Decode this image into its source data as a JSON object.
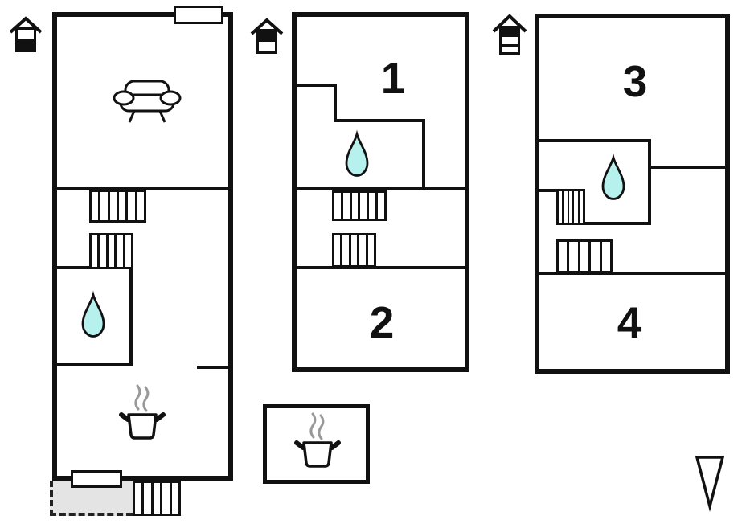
{
  "page": {
    "background": "#ffffff",
    "type": "floor-plan-diagram"
  },
  "colors": {
    "wall": "#111111",
    "water": "#b7f1ee",
    "terrace": "#e4e4e4",
    "steam": "#999999"
  },
  "plans": [
    {
      "name": "ground-floor",
      "level_indicator": "house-icon-lower-level-highlighted",
      "rooms": [],
      "features": [
        "window",
        "sofa",
        "staircase",
        "staircase",
        "shower-drop",
        "stove",
        "door",
        "terrace",
        "exterior-staircase"
      ]
    },
    {
      "name": "middle-floor",
      "level_indicator": "house-icon-upper-level-highlighted",
      "rooms": [
        {
          "label": "1"
        },
        {
          "label": "2"
        }
      ],
      "features": [
        "shower-drop",
        "staircase",
        "staircase"
      ]
    },
    {
      "name": "top-floor",
      "level_indicator": "house-icon-top-of-three-levels-highlighted",
      "rooms": [
        {
          "label": "3"
        },
        {
          "label": "4"
        }
      ],
      "features": [
        "shower-drop",
        "staircase",
        "staircase"
      ]
    }
  ],
  "annex": {
    "name": "annex-kitchen",
    "features": [
      "stove"
    ]
  },
  "compass": {
    "type": "triangle-down"
  }
}
